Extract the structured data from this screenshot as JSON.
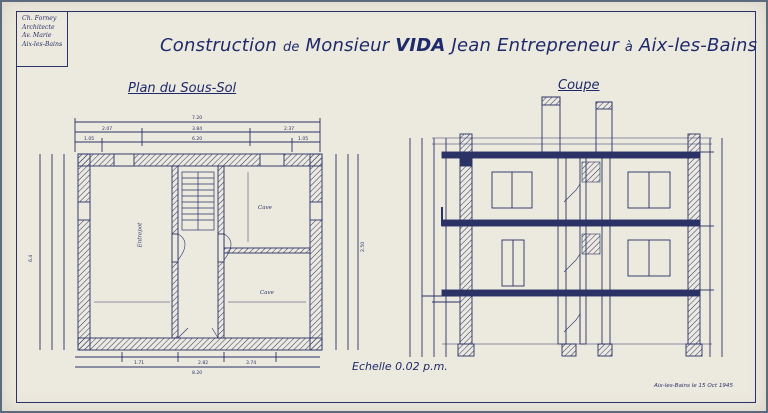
{
  "stamp": {
    "lines": [
      "Ch. Forney",
      "Architecte",
      "Av. Marie",
      "Aix-les-Bains"
    ]
  },
  "title": {
    "part1": "Construction",
    "part2": "de",
    "part3": "Monsieur",
    "part4": "VIDA",
    "part5": "Jean Entrepreneur",
    "part6": "à",
    "part7": "Aix-les-Bains"
  },
  "plan": {
    "label": "Plan du Sous-Sol",
    "rooms": {
      "entrepot": "Entrepot",
      "cave_top": "Cave",
      "cave_bottom": "Cave"
    },
    "dims": {
      "total_top": "7.20",
      "left_top": "2.07",
      "mid_top": "3.84",
      "right_top": "2.37",
      "sub1": "1.05",
      "sub2": "6.20",
      "sub3": "1.05",
      "bottom1": "1.71",
      "bottom2": "2.82",
      "bottom3": "3.74",
      "bottom_total": "8.20",
      "left_side": "6.4",
      "right_side": "2.50"
    }
  },
  "coupe": {
    "label": "Coupe"
  },
  "scale": "Echelle 0.02 p.m.",
  "date": "Aix-les-Bains le 15 Oct 1945",
  "colors": {
    "ink": "#2a3266",
    "paper": "#ece9df",
    "background": "#5b6a7d"
  }
}
